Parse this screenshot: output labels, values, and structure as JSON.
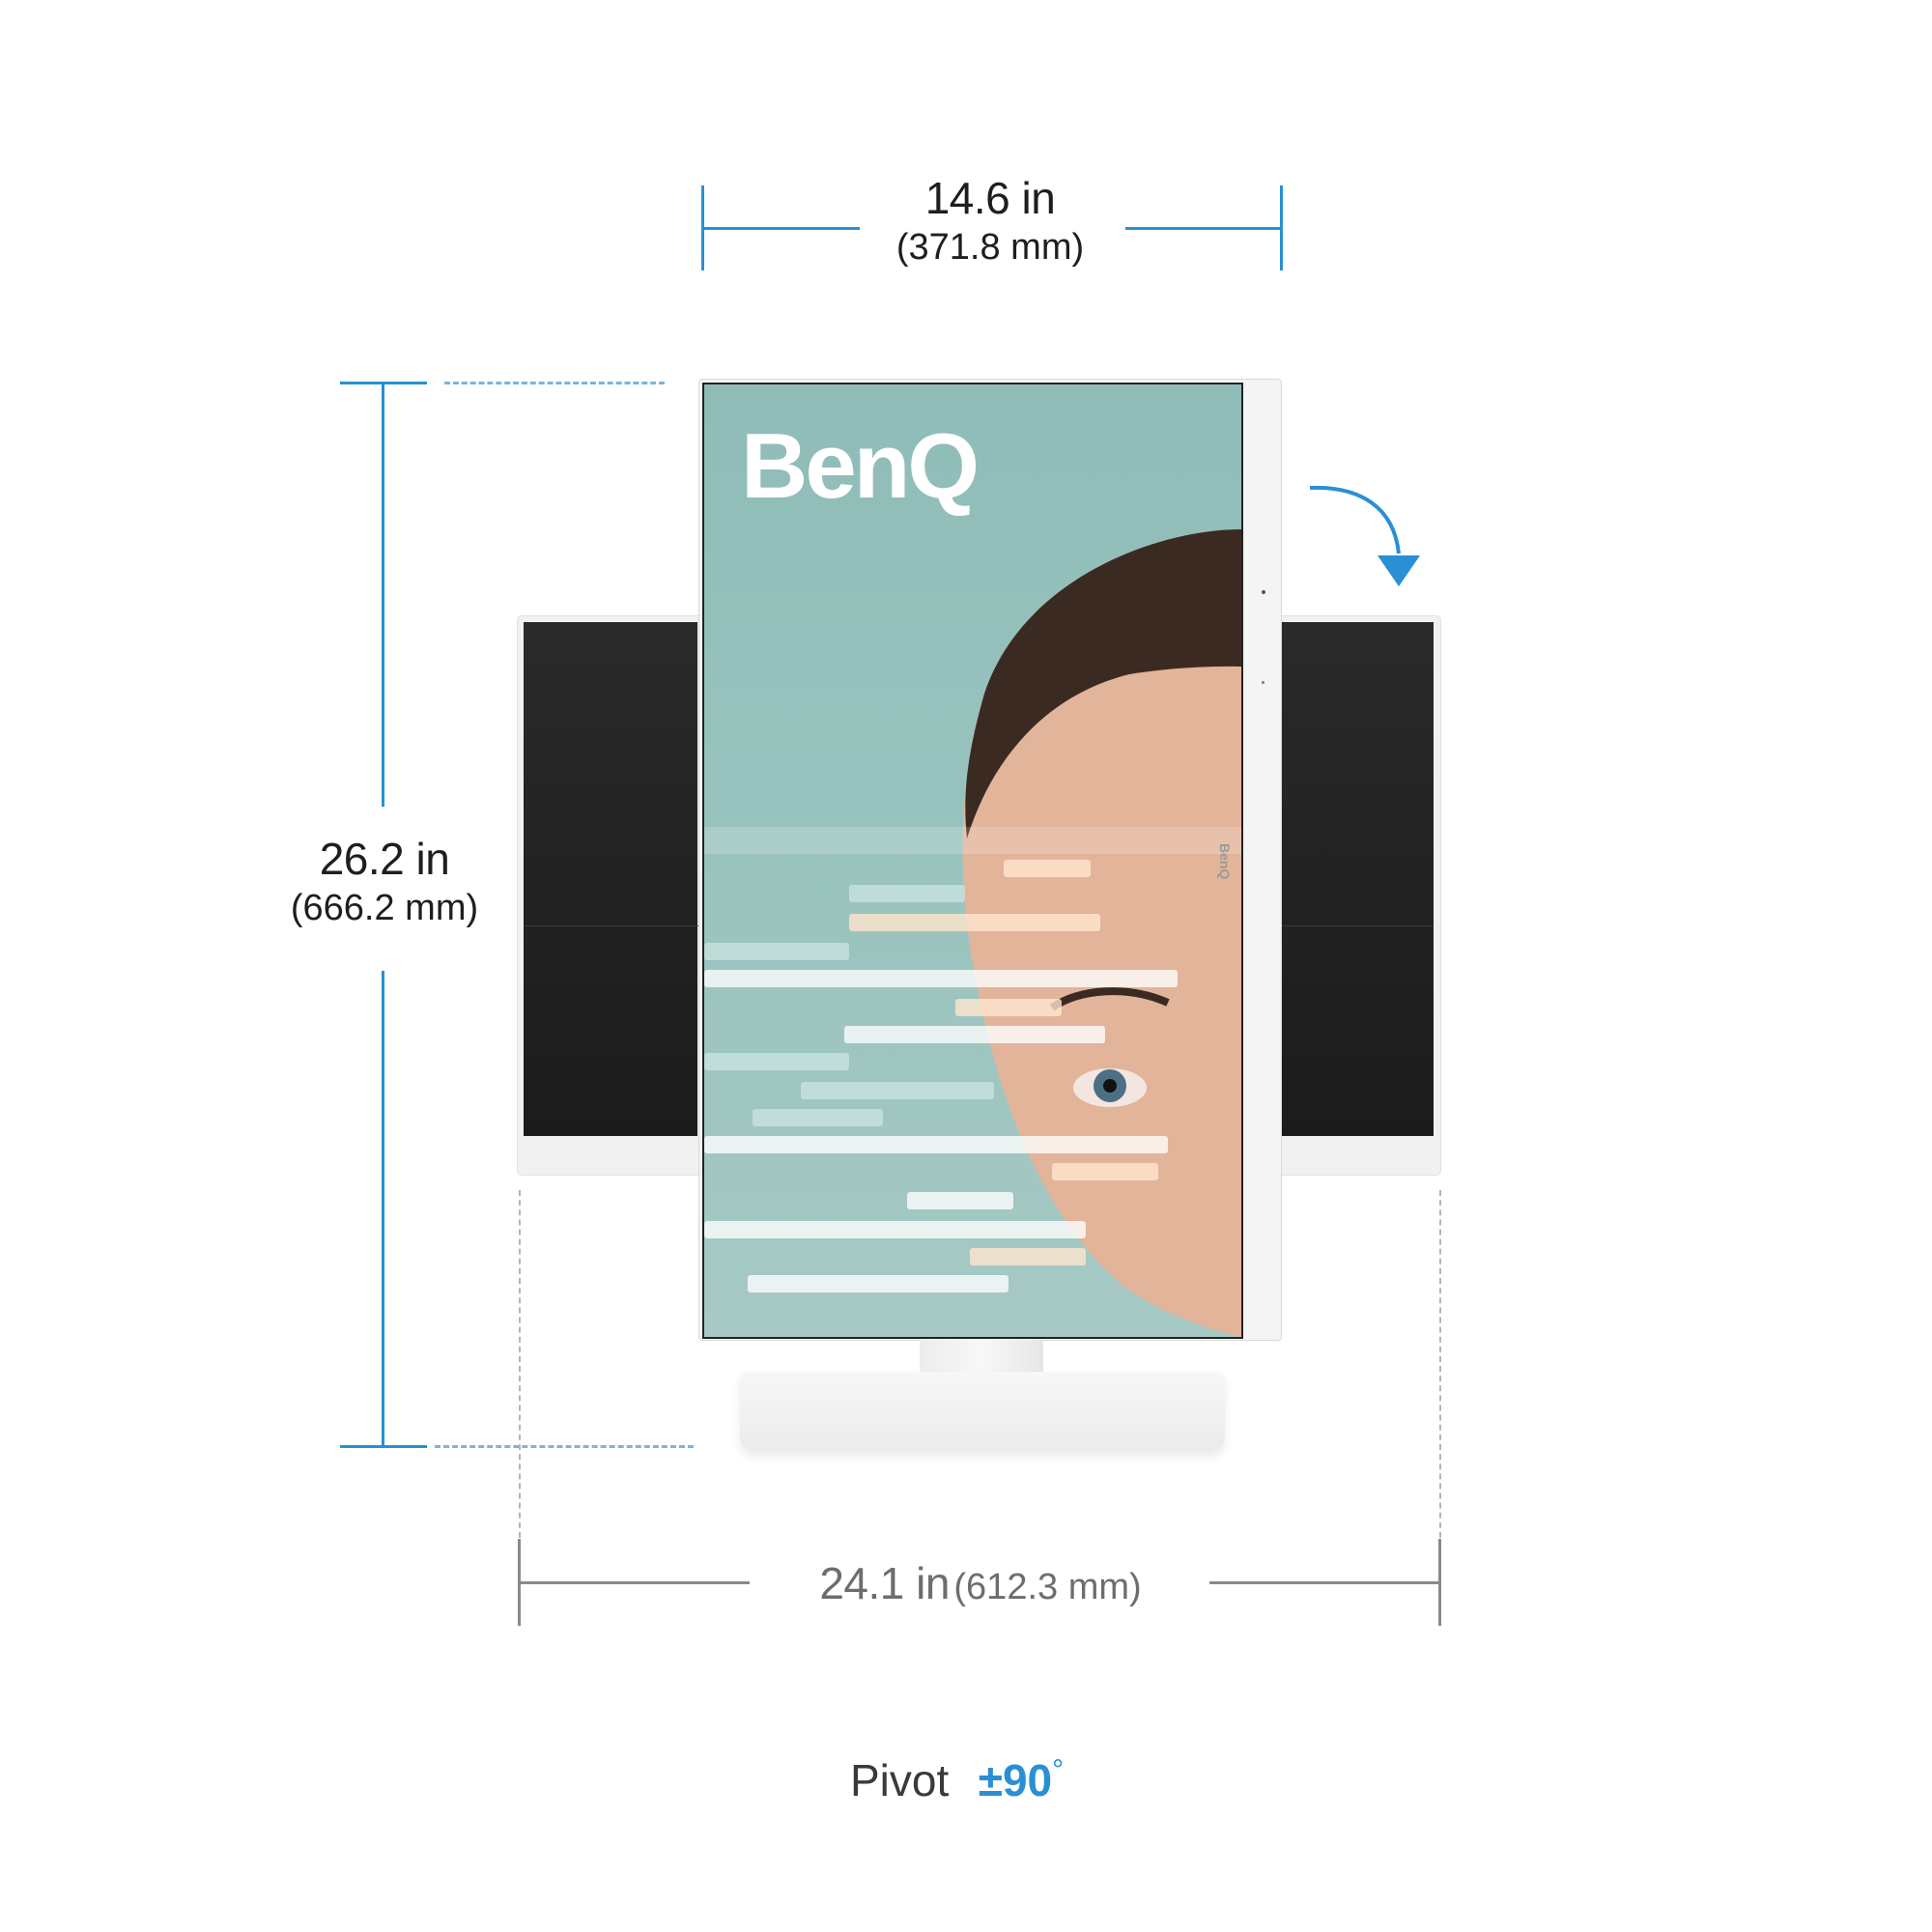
{
  "brand": {
    "logo_text": "BenQ",
    "bezel_logo": "BenQ"
  },
  "dimensions": {
    "width_top": {
      "imperial": "14.6 in",
      "metric": "(371.8 mm)"
    },
    "height_left": {
      "imperial": "26.2 in",
      "metric": "(666.2 mm)"
    },
    "width_bottom": {
      "imperial": "24.1 in",
      "metric": "(612.3 mm)"
    }
  },
  "pivot": {
    "label": "Pivot",
    "value": "±90",
    "degree": "°"
  },
  "colors": {
    "accent": "#2a8fd4",
    "text": "#1e1e1e",
    "muted": "#6d6d6d",
    "screen_teal": "#97c2bd"
  },
  "icons": {
    "rotate": "curved-arrow-icon"
  }
}
